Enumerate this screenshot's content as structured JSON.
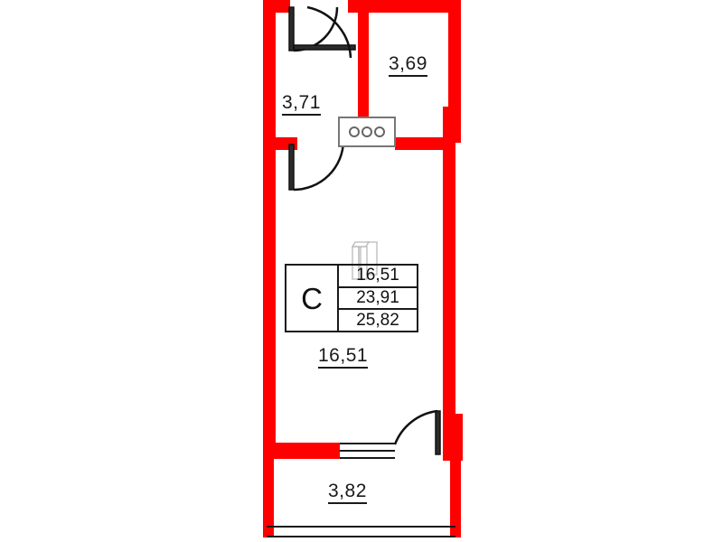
{
  "plan": {
    "title": "Apartment floor plan",
    "wall_color": "#FF0000",
    "line_color": "#1A1A1A",
    "background": "#FFFFFF"
  },
  "rooms": [
    {
      "id": "hallway",
      "label": "3,71",
      "area": "3,71"
    },
    {
      "id": "kitchen",
      "label": "3,69",
      "area": "3,69"
    },
    {
      "id": "living",
      "label": "16,51",
      "area": "16,51"
    },
    {
      "id": "balcony",
      "label": "3,82",
      "area": "3,82"
    }
  ],
  "info_table": {
    "type": "C",
    "values": [
      "16,51",
      "23,91",
      "25,82"
    ]
  },
  "fixtures": [
    {
      "id": "cooktop",
      "name": "stove-icon",
      "burners": 3
    },
    {
      "id": "furniture",
      "name": "furniture-outline-icon"
    },
    {
      "id": "balcony-window",
      "name": "window-icon"
    },
    {
      "id": "balcony-railing",
      "name": "railing-icon"
    }
  ],
  "doors": [
    {
      "id": "entry-door-top-left",
      "name": "door-swing-icon"
    },
    {
      "id": "door-top-inner",
      "name": "door-swing-icon"
    },
    {
      "id": "door-hall-lower",
      "name": "door-swing-icon"
    },
    {
      "id": "balcony-door",
      "name": "door-swing-icon"
    }
  ]
}
